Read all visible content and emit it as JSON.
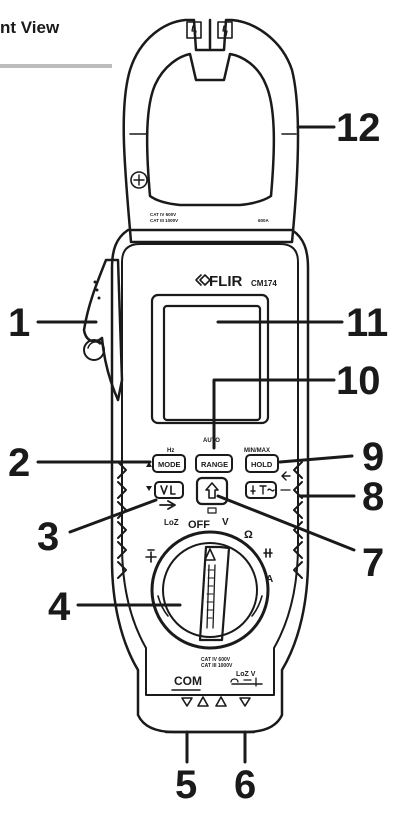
{
  "header": {
    "title": "nt View"
  },
  "brand": {
    "logo": "FLIR",
    "model": "CM174"
  },
  "buttons": {
    "mode": "MODE",
    "mode_alt": "Hz",
    "range": "RANGE",
    "range_alt": "AUTO",
    "hold": "HOLD",
    "hold_alt": "MIN/MAX"
  },
  "dial": {
    "off": "OFF",
    "loz": "LoZ",
    "v": "V",
    "ohm": "Ω",
    "a": "A"
  },
  "terminals": {
    "com": "COM",
    "vohm": "LoZ V",
    "cat_com": "CAT IV 600V",
    "cat_com2": "CAT III 1000V"
  },
  "jaw": {
    "cat_left": "CAT IV 600V",
    "cat_left2": "CAT III 1000V",
    "cat_right": "600A"
  },
  "callouts": [
    {
      "label": "1"
    },
    {
      "label": "2"
    },
    {
      "label": "3"
    },
    {
      "label": "4"
    },
    {
      "label": "5"
    },
    {
      "label": "6"
    },
    {
      "label": "7"
    },
    {
      "label": "8"
    },
    {
      "label": "9"
    },
    {
      "label": "10"
    },
    {
      "label": "11"
    },
    {
      "label": "12"
    }
  ],
  "colors": {
    "ink": "#1a1a1a",
    "rule": "#bdbdbd",
    "body": "#ffffff"
  }
}
